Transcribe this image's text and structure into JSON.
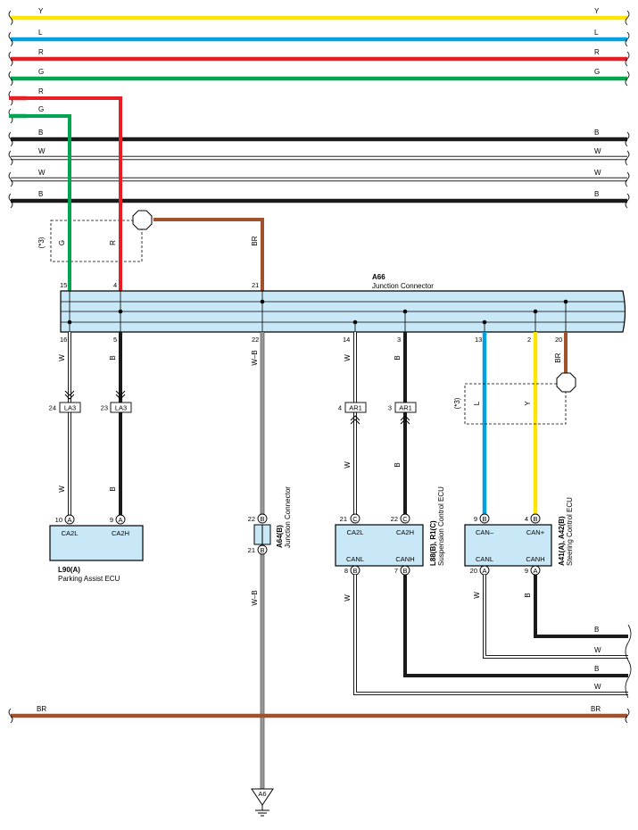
{
  "colors": {
    "Y": "#ffe600",
    "L": "#00a0e0",
    "R": "#e81e25",
    "G": "#00a550",
    "B": "#1a1a1a",
    "W": "#ffffff",
    "BR": "#a0522d",
    "connector_fill": "#c8e8f8"
  },
  "top_buses": [
    {
      "color": "Y"
    },
    {
      "color": "L"
    },
    {
      "color": "R"
    },
    {
      "color": "G"
    },
    {
      "color": "R"
    },
    {
      "color": "G"
    },
    {
      "color": "B"
    },
    {
      "color": "W"
    },
    {
      "color": "W"
    },
    {
      "color": "B"
    }
  ],
  "bottom_bus": {
    "label": "BR"
  },
  "shield_marker": "(*3)",
  "junction": {
    "id": "A66",
    "name": "Junction Connector"
  },
  "junction_top_pins": {
    "p15": "15",
    "p4": "4",
    "p21": "21"
  },
  "junction_bottom_pins": {
    "p16": "16",
    "p5": "5",
    "p22": "22",
    "p14": "14",
    "p3": "3",
    "p13": "13",
    "p2": "2",
    "p20": "20"
  },
  "wire_labels": {
    "g_drop": "G",
    "r_drop": "R",
    "br_drop": "BR",
    "w16": "W",
    "b5": "B",
    "wb22": "W–B",
    "w14": "W",
    "b3": "B",
    "l13": "L",
    "y2": "Y",
    "br20": "BR",
    "w_pa": "W",
    "b_pa": "B",
    "w_sc": "W",
    "b_sc": "B",
    "wb_lower": "W–B",
    "w_sc_low": "W",
    "w_st_low": "W",
    "b_st_low": "B"
  },
  "inline_connectors": {
    "la3_left": {
      "pin": "24",
      "id": "LA3"
    },
    "la3_right": {
      "pin": "23",
      "id": "LA3"
    },
    "ar1_left": {
      "pin": "4",
      "id": "AR1"
    },
    "ar1_right": {
      "pin": "3",
      "id": "AR1"
    }
  },
  "parking_ecu": {
    "id": "L90(A)",
    "name": "Parking Assist ECU",
    "pin_l_num": "10",
    "pin_l_conn": "A",
    "pin_h_num": "9",
    "pin_h_conn": "A",
    "pin_l_name": "CA2L",
    "pin_h_name": "CA2H"
  },
  "a64": {
    "id": "A64(B)",
    "name": "Junction Connector",
    "top_pin": "22",
    "top_conn": "B",
    "bot_pin": "21",
    "bot_conn": "B"
  },
  "suspension_ecu": {
    "id": "L88(B), R1(C)",
    "name": "Suspension Control ECU",
    "top_l_num": "21",
    "top_l_conn": "C",
    "top_h_num": "22",
    "top_h_conn": "C",
    "top_l_name": "CA2L",
    "top_h_name": "CA2H",
    "bot_l_name": "CANL",
    "bot_h_name": "CANH",
    "bot_l_num": "8",
    "bot_l_conn": "B",
    "bot_h_num": "7",
    "bot_h_conn": "B"
  },
  "steering_ecu": {
    "id": "A41(A), A42(B)",
    "name": "Steering Control ECU",
    "top_l_num": "9",
    "top_l_conn": "B",
    "top_h_num": "4",
    "top_h_conn": "B",
    "top_l_name": "CAN–",
    "top_h_name": "CAN+",
    "bot_l_name": "CANL",
    "bot_h_name": "CANH",
    "bot_l_num": "20",
    "bot_l_conn": "A",
    "bot_h_num": "9",
    "bot_h_conn": "A"
  },
  "right_exit_labels": [
    "B",
    "W",
    "B",
    "W"
  ],
  "ground": {
    "id": "A6"
  }
}
